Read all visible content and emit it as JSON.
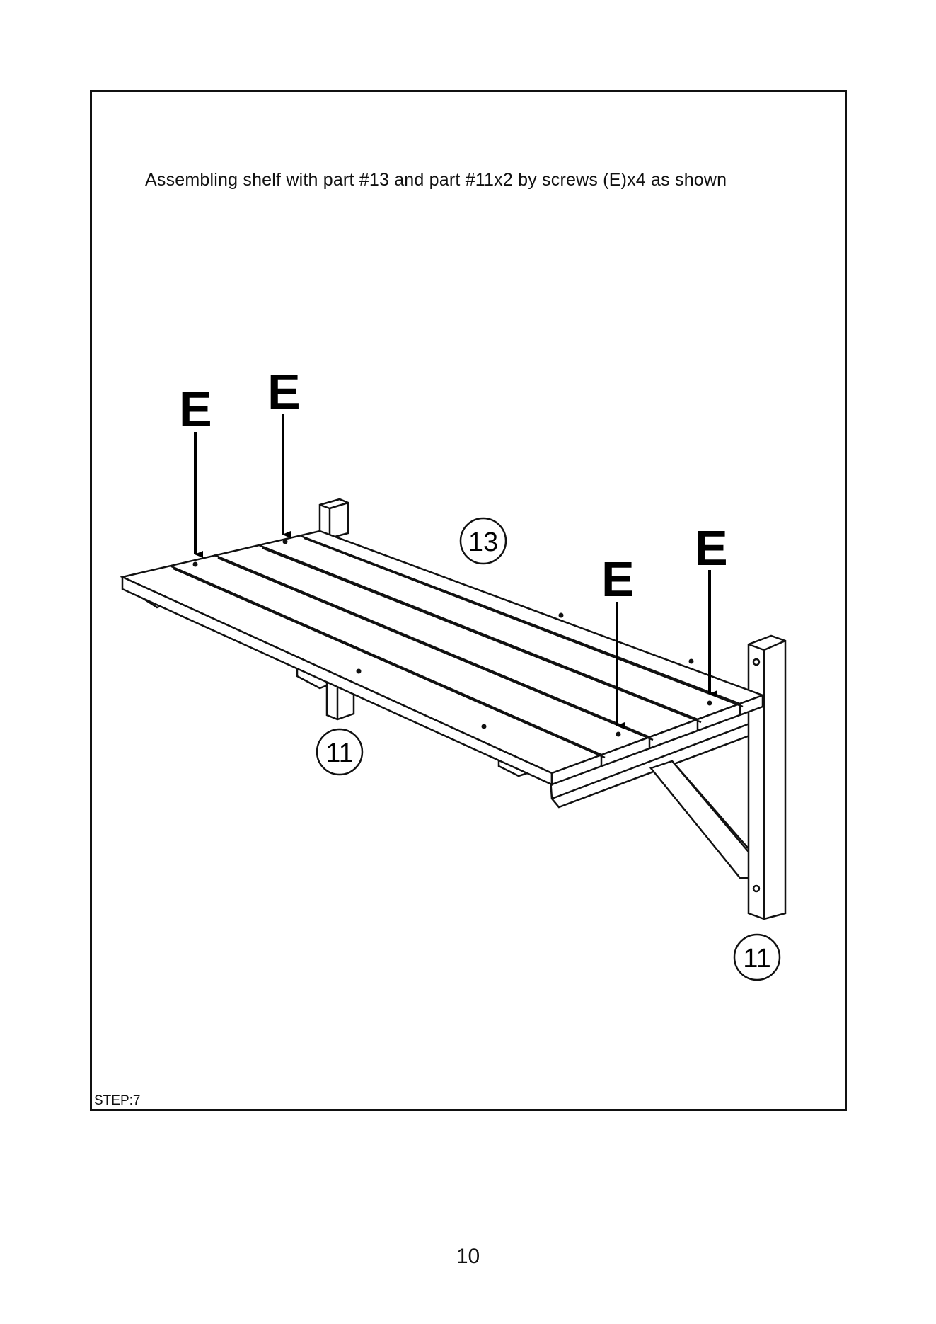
{
  "instruction": "Assembling shelf with part #13 and part #11x2 by screws (E)x4 as shown",
  "step_label": "STEP:7",
  "page_number": "10",
  "callouts": {
    "screw_letter_1": "E",
    "screw_letter_2": "E",
    "screw_letter_3": "E",
    "screw_letter_4": "E",
    "part_shelf": "13",
    "part_bracket_left": "11",
    "part_bracket_right": "11"
  }
}
